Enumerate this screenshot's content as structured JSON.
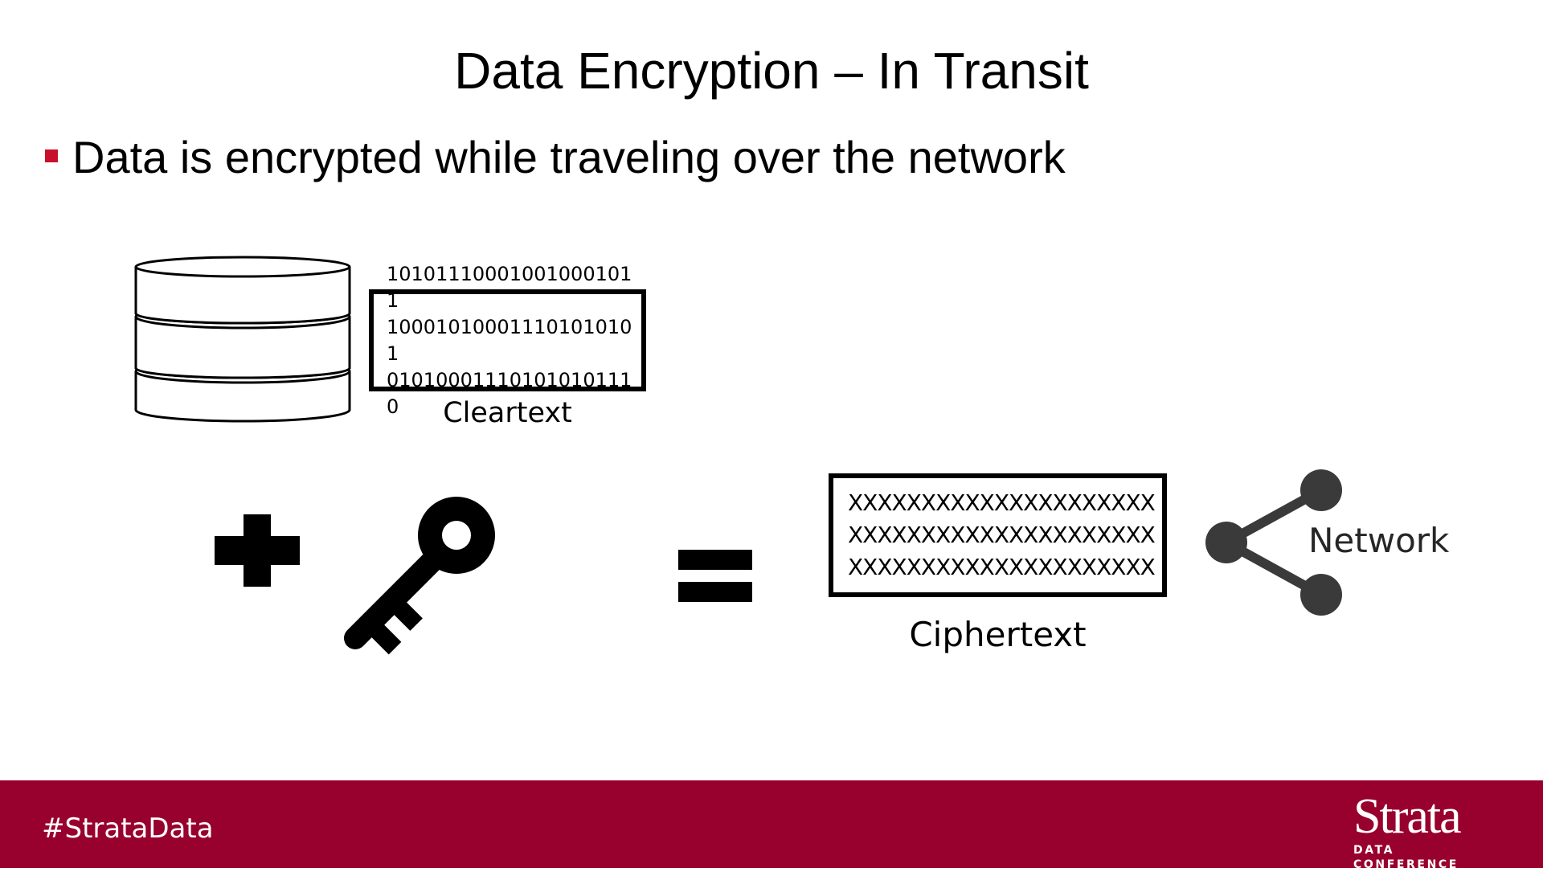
{
  "slide": {
    "title": "Data Encryption – In Transit",
    "bullet": "Data is encrypted while traveling over the network"
  },
  "diagram": {
    "cleartext": {
      "lines": [
        "10101110001001000101 1",
        "10001010001110101010 1",
        "01010001110101010111 0"
      ],
      "caption": "Cleartext"
    },
    "ciphertext": {
      "lines": [
        "XXXXXXXXXXXXXXXXXXXXX",
        "XXXXXXXXXXXXXXXXXXXXX",
        "XXXXXXXXXXXXXXXXXXXXX"
      ],
      "caption": "Ciphertext"
    },
    "network_label": "Network",
    "icons": [
      "database-icon",
      "plus-icon",
      "key-icon",
      "equals-icon",
      "share-network-icon"
    ]
  },
  "footer": {
    "hashtag": "#StrataData",
    "logo_word": "Strata",
    "logo_sub": "DATA CONFERENCE",
    "color": "#98002e"
  },
  "colors": {
    "bullet": "#c8102e",
    "network_icon": "#3a3a3a"
  }
}
